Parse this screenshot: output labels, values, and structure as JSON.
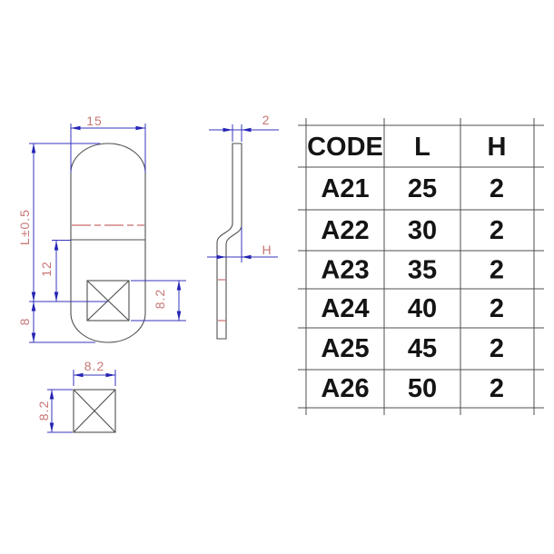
{
  "drawing": {
    "front_view": {
      "width_label": "15",
      "length_label": "L±0.5",
      "cam_center_label": "12",
      "tail_label": "8",
      "square_hole_label": "8.2"
    },
    "side_view": {
      "thickness_label": "2",
      "offset_height_label": "H"
    },
    "bottom_view": {
      "width_label": "8.2",
      "height_label": "8.2"
    }
  },
  "spec_table": {
    "headers": [
      "CODE",
      "L",
      "H"
    ],
    "rows": [
      {
        "code": "A21",
        "l": "25",
        "h": "2"
      },
      {
        "code": "A22",
        "l": "30",
        "h": "2"
      },
      {
        "code": "A23",
        "l": "35",
        "h": "2"
      },
      {
        "code": "A24",
        "l": "40",
        "h": "2"
      },
      {
        "code": "A25",
        "l": "45",
        "h": "2"
      },
      {
        "code": "A26",
        "l": "50",
        "h": "2"
      }
    ]
  },
  "colors": {
    "outline": "#4f4f4f",
    "dimension_line": "#3534bd",
    "dimension_text": "#c87676",
    "centerline": "#bb4444",
    "table_text": "#141414",
    "background": "#ffffff"
  }
}
